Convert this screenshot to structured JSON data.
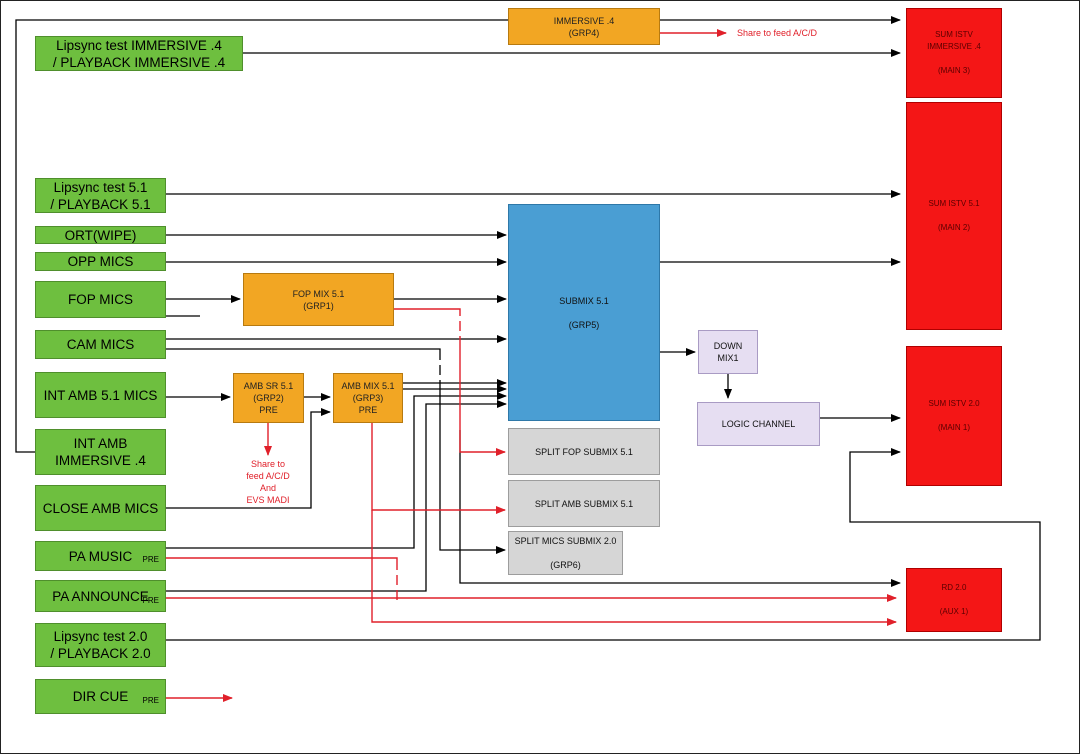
{
  "sources": {
    "lipsync_immersive": "Lipsync test IMMERSIVE .4\n/ PLAYBACK IMMERSIVE .4",
    "lipsync_51": "Lipsync test 5.1\n/ PLAYBACK 5.1",
    "ort_wipe": "ORT(WIPE)",
    "opp_mics": "OPP MICS",
    "fop_mics": "FOP MICS",
    "cam_mics": "CAM MICS",
    "int_amb_51": "INT AMB 5.1 MICS",
    "int_amb_immersive": "INT AMB\nIMMERSIVE .4",
    "close_amb": "CLOSE AMB MICS",
    "pa_music": "PA MUSIC",
    "pa_announce": "PA ANNOUNCE",
    "lipsync_20": "Lipsync test 2.0\n/ PLAYBACK 2.0",
    "dir_cue": "DIR CUE",
    "pre_tag": "PRE"
  },
  "groups": {
    "immersive4": "IMMERSIVE .4\n(GRP4)",
    "fop_mix": "FOP MIX 5.1\n(GRP1)",
    "amb_sr": "AMB SR 5.1\n(GRP2)\nPRE",
    "amb_mix": "AMB MIX 5.1\n(GRP3)\nPRE",
    "submix": "SUBMIX 5.1\n\n(GRP5)",
    "downmix": "DOWN\nMIX1",
    "logic": "LOGIC CHANNEL"
  },
  "splits": {
    "fop": "SPLIT FOP SUBMIX 5.1",
    "amb": "SPLIT AMB SUBMIX 5.1",
    "mics": "SPLIT MICS SUBMIX 2.0\n\n(GRP6)"
  },
  "destinations": {
    "sum_immersive": "SUM ISTV\nIMMERSIVE .4\n\n(MAIN 3)",
    "sum_51": "SUM ISTV 5.1\n\n(MAIN 2)",
    "sum_20": "SUM ISTV 2.0\n\n(MAIN 1)",
    "rd_20": "RD 2.0\n\n(AUX 1)"
  },
  "notes": {
    "share_top": "Share to feed A/C/D",
    "share_amb": "Share to\nfeed A/C/D\nAnd\nEVS MADI"
  },
  "colors": {
    "source_green": "#6ebf3f",
    "group_orange": "#f2a623",
    "submix_blue": "#4a9ed3",
    "split_gray": "#d6d6d6",
    "downmix_lavender": "#e6def2",
    "destination_red": "#f41616",
    "wire_black": "#000000",
    "wire_red": "#e0202a"
  }
}
